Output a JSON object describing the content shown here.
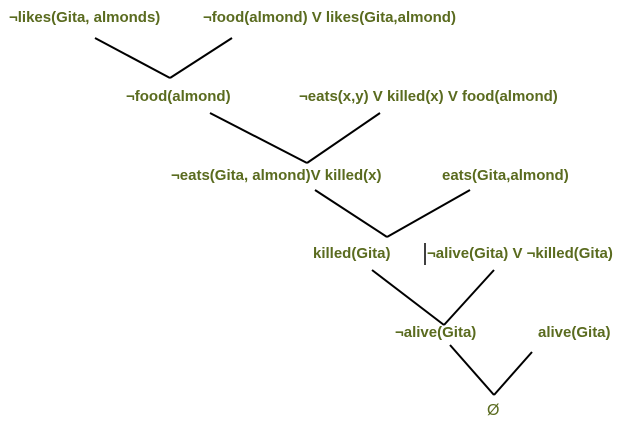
{
  "diagram": {
    "title": "",
    "text_color": "#5a6b1f",
    "line_color": "#000000",
    "nodes": [
      {
        "id": "n1",
        "label": "¬likes(Gita, almonds)"
      },
      {
        "id": "n2",
        "label": "¬food(almond) V likes(Gita,almond)"
      },
      {
        "id": "n3",
        "label": "¬food(almond)"
      },
      {
        "id": "n4",
        "label": "¬eats(x,y) V killed(x) V food(almond)"
      },
      {
        "id": "n5",
        "label": "¬eats(Gita, almond)V killed(x)"
      },
      {
        "id": "n6",
        "label": "eats(Gita,almond)"
      },
      {
        "id": "n7",
        "label": "killed(Gita)"
      },
      {
        "id": "n8",
        "label": "¬alive(Gita) V ¬killed(Gita)"
      },
      {
        "id": "n9",
        "label": "¬alive(Gita)"
      },
      {
        "id": "n10",
        "label": "alive(Gita)"
      },
      {
        "id": "n11",
        "label": "Ø"
      }
    ],
    "resolutions": [
      {
        "parents": [
          "n1",
          "n2"
        ],
        "result": "n3"
      },
      {
        "parents": [
          "n3",
          "n4"
        ],
        "result": "n5"
      },
      {
        "parents": [
          "n5",
          "n6"
        ],
        "result": "n7"
      },
      {
        "parents": [
          "n7",
          "n8"
        ],
        "result": "n9"
      },
      {
        "parents": [
          "n9",
          "n10"
        ],
        "result": "n11"
      }
    ]
  }
}
